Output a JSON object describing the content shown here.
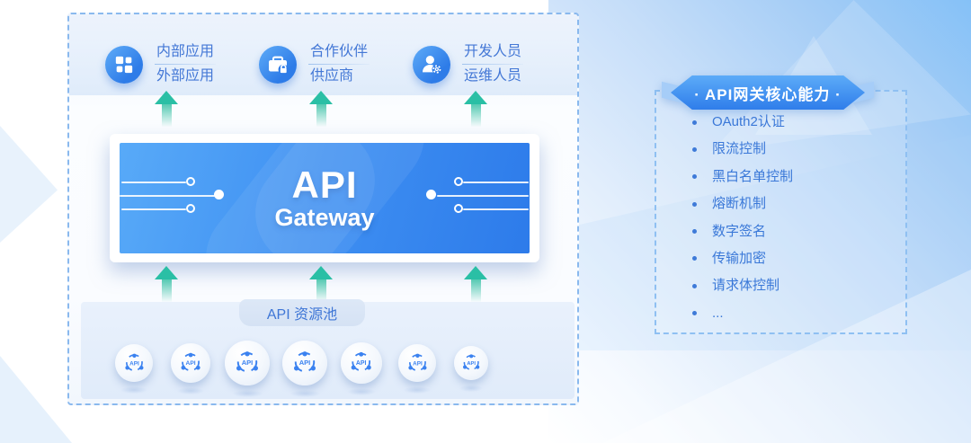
{
  "clients": {
    "groups": [
      {
        "icon": "apps-grid-icon",
        "label_top": "内部应用",
        "label_bottom": "外部应用"
      },
      {
        "icon": "briefcase-lock-icon",
        "label_top": "合作伙伴",
        "label_bottom": "供应商"
      },
      {
        "icon": "user-gear-icon",
        "label_top": "开发人员",
        "label_bottom": "运维人员"
      }
    ]
  },
  "gateway": {
    "title": "API",
    "subtitle": "Gateway"
  },
  "resource_pool": {
    "label": "API 资源池",
    "badge_label": "API",
    "badge_count": 7
  },
  "capabilities": {
    "title": "· API网关核心能力 ·",
    "items": [
      "OAuth2认证",
      "限流控制",
      "黑白名单控制",
      "熔断机制",
      "数字签名",
      "传输加密",
      "请求体控制",
      "..."
    ]
  },
  "colors": {
    "accent_blue": "#2e7ceb",
    "dashed_border_blue": "#8ab9ee",
    "text_blue": "#3a78d8",
    "arrow_teal": "#2abfa5",
    "corner_gradient_blue": "#8ec6f8"
  }
}
